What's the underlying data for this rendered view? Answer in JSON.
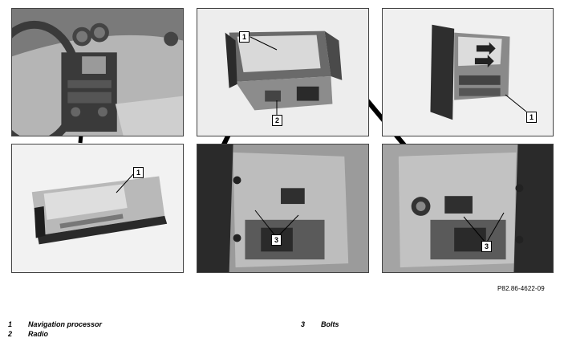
{
  "callouts": {
    "p2_a": "1",
    "p2_b": "2",
    "p3": "1",
    "p4": "1",
    "p5": "3",
    "p6": "3"
  },
  "reference_code": "P82.86-4622-09",
  "legend": [
    {
      "num": "1",
      "text": "Navigation processor"
    },
    {
      "num": "2",
      "text": "Radio"
    },
    {
      "num": "3",
      "text": "Bolts"
    }
  ]
}
